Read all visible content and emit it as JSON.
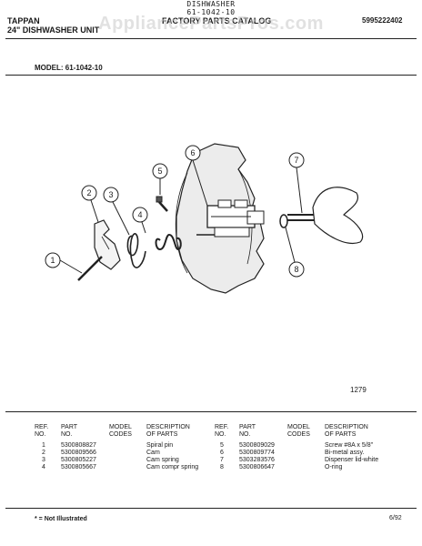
{
  "header": {
    "top_line1": "DISHWASHER",
    "top_line2": "61-1042-10",
    "brand_line1": "TAPPAN",
    "brand_line2": "24\" DISHWASHER UNIT",
    "catalog_title": "FACTORY PARTS CATALOG",
    "catalog_number": "5995222402",
    "watermark": "AppliancePartsPros.com"
  },
  "model_line": "MODEL:   61-1042-10",
  "diagram": {
    "callouts": [
      "1",
      "2",
      "3",
      "4",
      "5",
      "6",
      "7",
      "8"
    ],
    "code": "1279"
  },
  "table": {
    "headers": {
      "ref": "REF.\nNO.",
      "part": "PART\nNO.",
      "model": "MODEL\nCODES",
      "desc": "DESCRIPTION\nOF PARTS"
    },
    "left": [
      {
        "ref": "1",
        "part": "5300808827",
        "model": "",
        "desc": "Spiral pin"
      },
      {
        "ref": "2",
        "part": "5300809566",
        "model": "",
        "desc": "Cam"
      },
      {
        "ref": "3",
        "part": "5300805227",
        "model": "",
        "desc": "Cam spring"
      },
      {
        "ref": "4",
        "part": "5300805667",
        "model": "",
        "desc": "Cam compr spring"
      }
    ],
    "right": [
      {
        "ref": "5",
        "part": "5300809029",
        "model": "",
        "desc": "Screw #8A x 5/8\""
      },
      {
        "ref": "6",
        "part": "5300809774",
        "model": "",
        "desc": "Bi-metal assy."
      },
      {
        "ref": "7",
        "part": "5303283576",
        "model": "",
        "desc": "Dispenser lid-white"
      },
      {
        "ref": "8",
        "part": "5300806647",
        "model": "",
        "desc": "O-ring"
      }
    ]
  },
  "footer": {
    "note": "* = Not Illustrated",
    "date": "6/92"
  }
}
